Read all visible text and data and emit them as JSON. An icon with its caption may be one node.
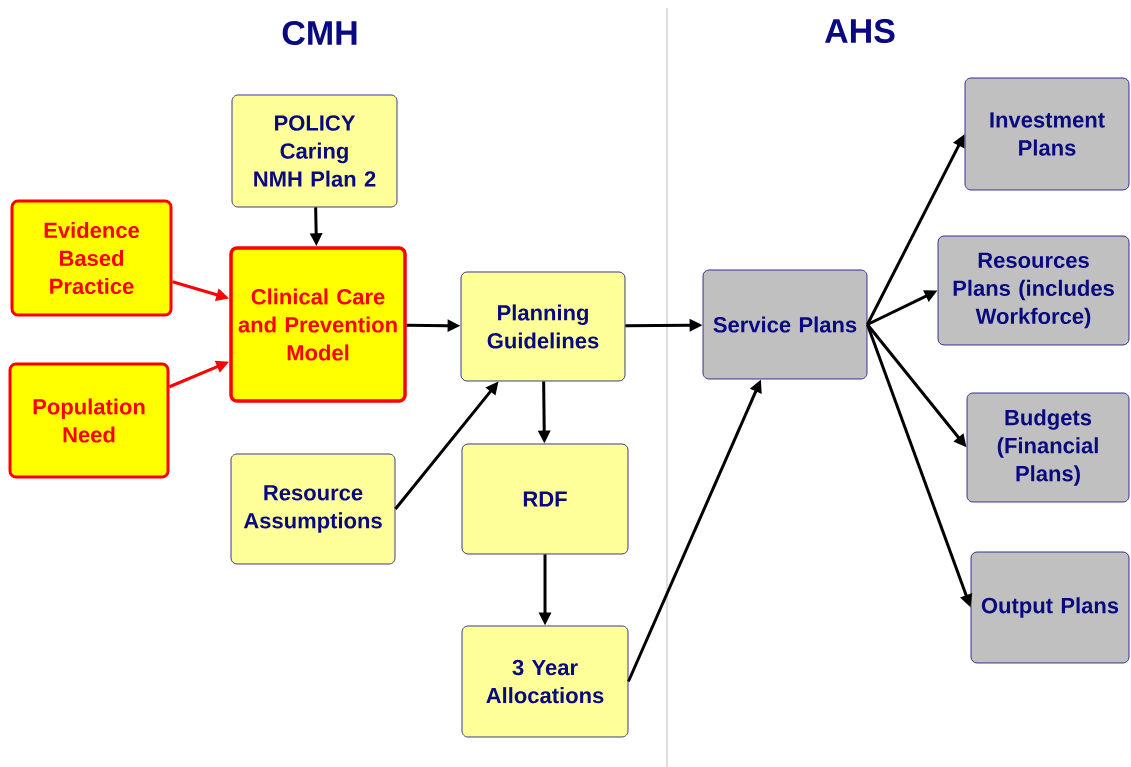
{
  "diagram": {
    "nodes": [
      {
        "text": [
          "POLICY Caring NMH Plan 2"
        ]
      },
      {
        "text": [
          "Evidence Based Practice"
        ]
      },
      {
        "text": [
          "Clinical Care and Prevention Model"
        ]
      },
      {
        "text": [
          "Population Need"
        ]
      },
      {
        "text": [
          "Resource Assumptions"
        ]
      },
      {
        "text": [
          "Planning Guidelines"
        ]
      },
      {
        "text": [
          "RDF"
        ]
      },
      {
        "text": [
          "3 Year Allocations"
        ]
      },
      {
        "text": [
          "Service Plans"
        ]
      },
      {
        "text": [
          "Investment Plans"
        ]
      },
      {
        "text": [
          "Resources Plans (includes Workforce)"
        ]
      },
      {
        "text": [
          "Budgets (Financial Plans)"
        ]
      },
      {
        "text": [
          "Output Plans"
        ]
      }
    ],
    "edges": [
      {
        "from": 0,
        "to": 2,
        "arrow": "to"
      },
      {
        "from": 1,
        "to": 2,
        "arrow": "to",
        "color": "#ff0000"
      },
      {
        "from": 3,
        "to": 2,
        "arrow": "to",
        "color": "#ff0000"
      },
      {
        "from": 2,
        "to": 5,
        "arrow": "to"
      },
      {
        "from": 4,
        "to": 5,
        "arrow": "to"
      },
      {
        "from": 5,
        "to": 6,
        "arrow": "to"
      },
      {
        "from": 6,
        "to": 7,
        "arrow": "to"
      },
      {
        "from": 5,
        "to": 8,
        "arrow": "to"
      },
      {
        "from": 7,
        "to": 8,
        "arrow": "to"
      },
      {
        "from": 8,
        "to": 9,
        "arrow": "to"
      },
      {
        "from": 8,
        "to": 10,
        "arrow": "to"
      },
      {
        "from": 8,
        "to": 11,
        "arrow": "to"
      },
      {
        "from": 8,
        "to": 12,
        "arrow": "to"
      }
    ],
    "labels": [
      "CMH",
      "AHS"
    ]
  }
}
